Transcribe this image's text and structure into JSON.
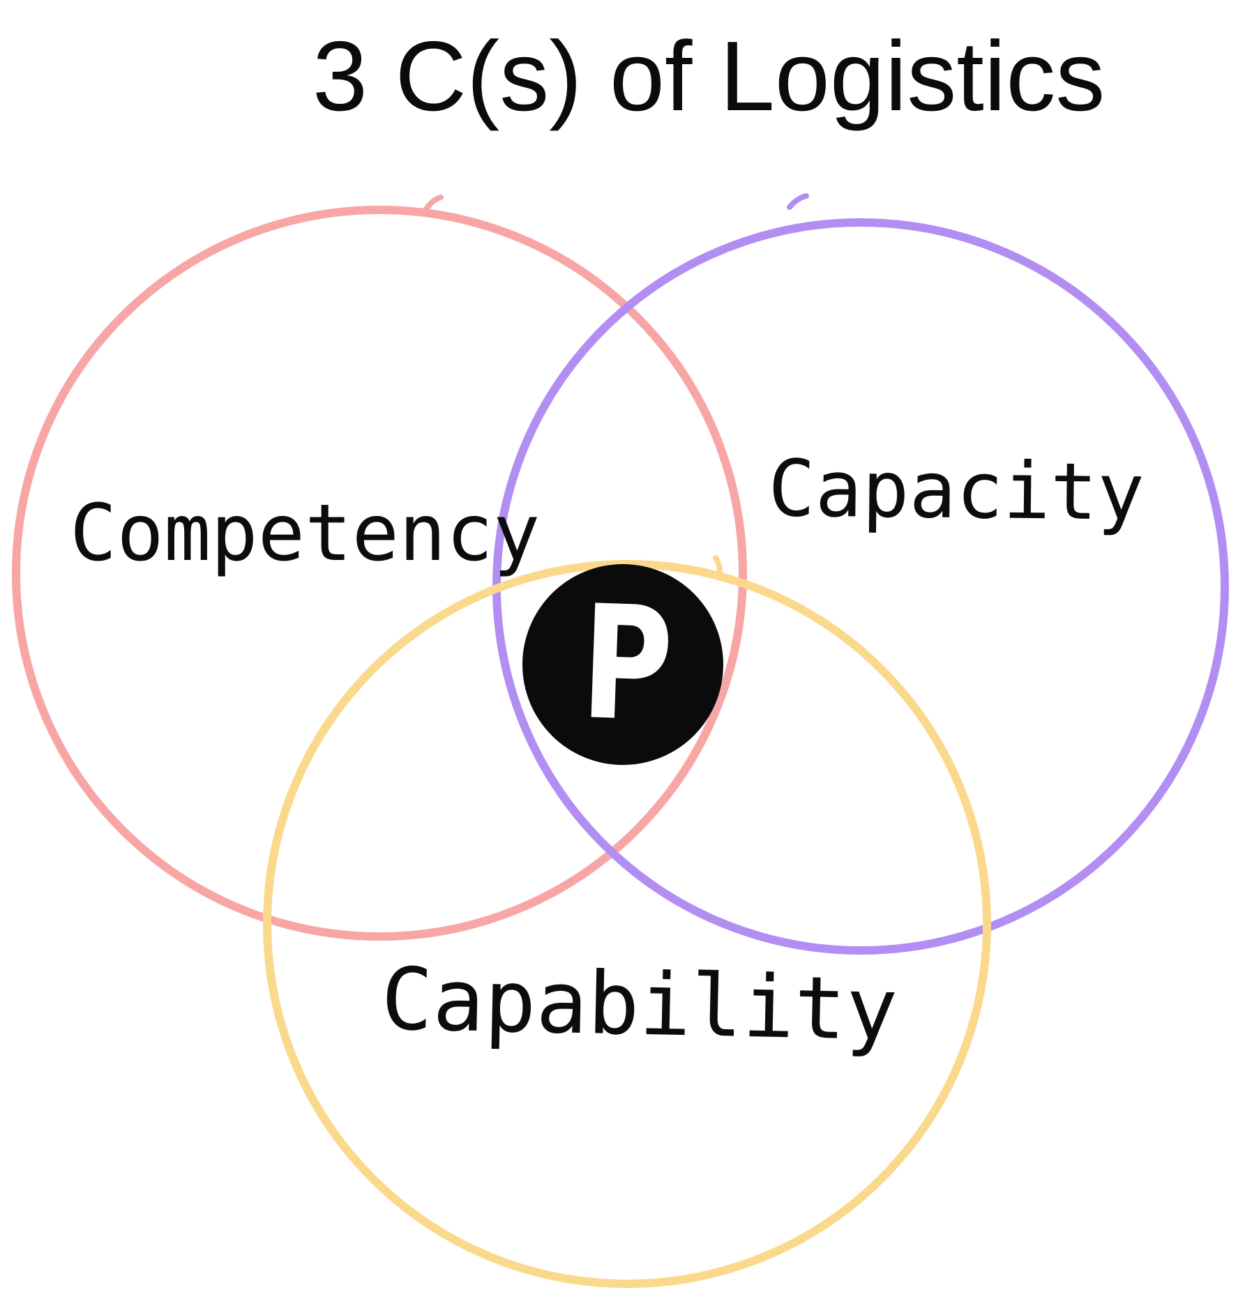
{
  "title": "3 C(s) of Logistics",
  "venn": {
    "circles": [
      {
        "name": "competency",
        "label": "Competency",
        "stroke": "#f8a5a5"
      },
      {
        "name": "capacity",
        "label": "Capacity",
        "stroke": "#b28ef2"
      },
      {
        "name": "capability",
        "label": "Capability",
        "stroke": "#fad98c"
      }
    ],
    "center": {
      "label": "P",
      "background": "#0b0b0b",
      "text_color": "#ffffff"
    }
  }
}
